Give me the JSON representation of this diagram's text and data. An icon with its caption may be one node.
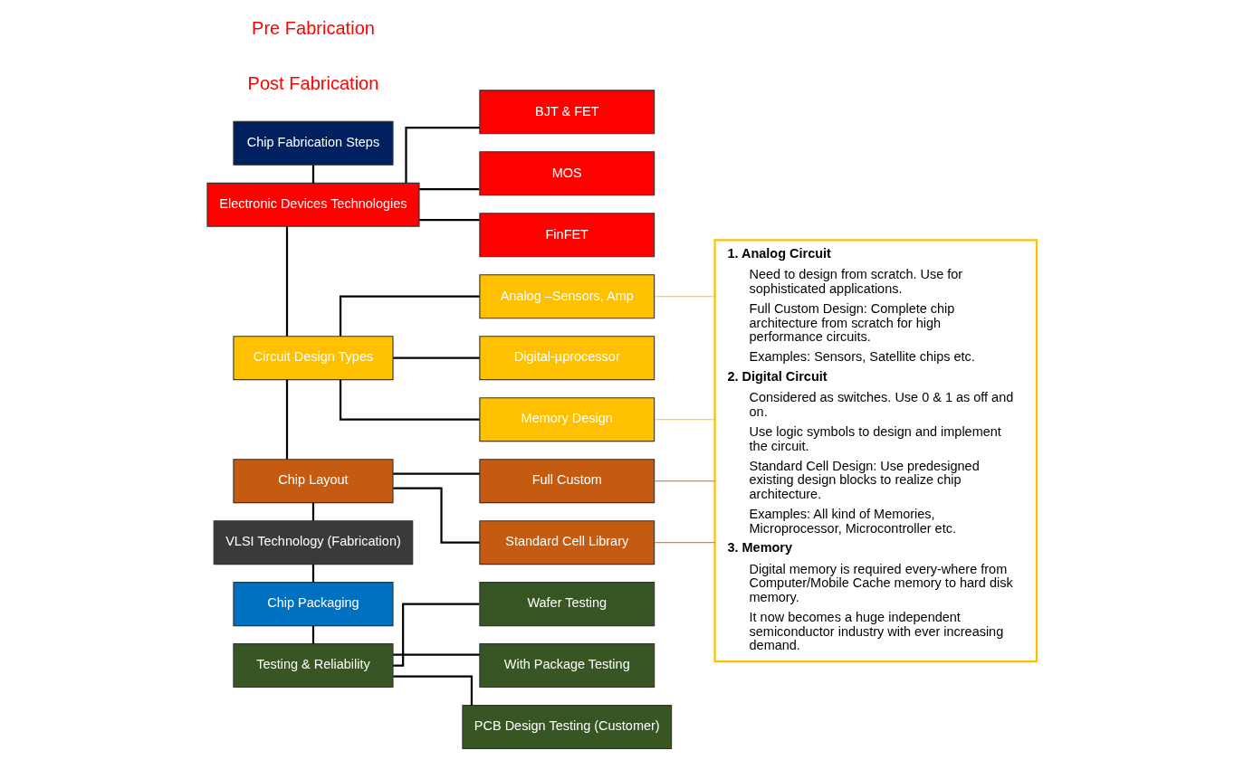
{
  "diagram": {
    "nodes": [
      {
        "text": [
          "Chip Fabrication Steps"
        ]
      },
      {
        "text": [
          "Electronic Devices Technologies"
        ]
      },
      {
        "text": [
          "BJT & FET"
        ]
      },
      {
        "text": [
          "MOS"
        ]
      },
      {
        "text": [
          "FinFET"
        ]
      },
      {
        "text": [
          "Circuit Design Types"
        ]
      },
      {
        "text": [
          "Analog –Sensors, Amp"
        ]
      },
      {
        "text": [
          "Digital-µprocessor"
        ]
      },
      {
        "text": [
          "Memory Design"
        ]
      },
      {
        "text": [
          "Chip Layout"
        ]
      },
      {
        "text": [
          "Full Custom"
        ]
      },
      {
        "text": [
          "Standard Cell Library"
        ]
      },
      {
        "text": [
          "VLSI Technology (Fabrication)"
        ]
      },
      {
        "text": [
          "Chip Packaging"
        ]
      },
      {
        "text": [
          "Testing & Reliability"
        ]
      },
      {
        "text": [
          "Wafer Testing"
        ]
      },
      {
        "text": [
          "With Package Testing"
        ]
      },
      {
        "text": [
          "PCB Design Testing (Customer)"
        ]
      },
      {
        "text": [
          "1. Analog Circuit",
          "Need to design from scratch. Use for sophisticated applications.",
          "Full Custom Design: Complete chip architecture from scratch for high performance circuits.",
          "Examples: Sensors, Satellite chips etc.",
          "2. Digital Circuit",
          "Considered as switches. Use 0 & 1 as off and on.",
          "Use logic symbols to design and implement the circuit.",
          "Standard Cell Design: Use predesigned existing design blocks to realize chip architecture.",
          "Examples: All kind of Memories, Microprocessor, Microcontroller etc.",
          "3. Memory",
          "Digital memory is required every-where from Computer/Mobile Cache memory to hard disk memory.",
          "It now becomes a huge independent semiconductor industry with ever increasing demand."
        ]
      }
    ],
    "edges": [
      {
        "from": 0,
        "to": 1,
        "arrow": "none"
      },
      {
        "from": 1,
        "to": 2,
        "arrow": "none"
      },
      {
        "from": 1,
        "to": 3,
        "arrow": "none"
      },
      {
        "from": 1,
        "to": 4,
        "arrow": "none"
      },
      {
        "from": 1,
        "to": 5,
        "arrow": "none"
      },
      {
        "from": 5,
        "to": 6,
        "arrow": "none"
      },
      {
        "from": 5,
        "to": 7,
        "arrow": "none"
      },
      {
        "from": 5,
        "to": 8,
        "arrow": "none"
      },
      {
        "from": 5,
        "to": 9,
        "arrow": "none"
      },
      {
        "from": 9,
        "to": 10,
        "arrow": "none"
      },
      {
        "from": 9,
        "to": 11,
        "arrow": "none"
      },
      {
        "from": 9,
        "to": 12,
        "arrow": "none"
      },
      {
        "from": 12,
        "to": 13,
        "arrow": "none"
      },
      {
        "from": 13,
        "to": 14,
        "arrow": "none"
      },
      {
        "from": 14,
        "to": 15,
        "arrow": "none"
      },
      {
        "from": 14,
        "to": 16,
        "arrow": "none"
      },
      {
        "from": 14,
        "to": 17,
        "arrow": "none"
      },
      {
        "from": 6,
        "to": 18,
        "arrow": "none",
        "color": "#ffc000"
      },
      {
        "from": 8,
        "to": 18,
        "arrow": "none",
        "color": "#ffc000"
      },
      {
        "from": 10,
        "to": 18,
        "arrow": "none",
        "color": "#ed7d31"
      },
      {
        "from": 11,
        "to": 18,
        "arrow": "none",
        "color": "#ed7d31"
      }
    ],
    "labels": [
      "Pre Fabrication",
      "Post Fabrication"
    ]
  }
}
